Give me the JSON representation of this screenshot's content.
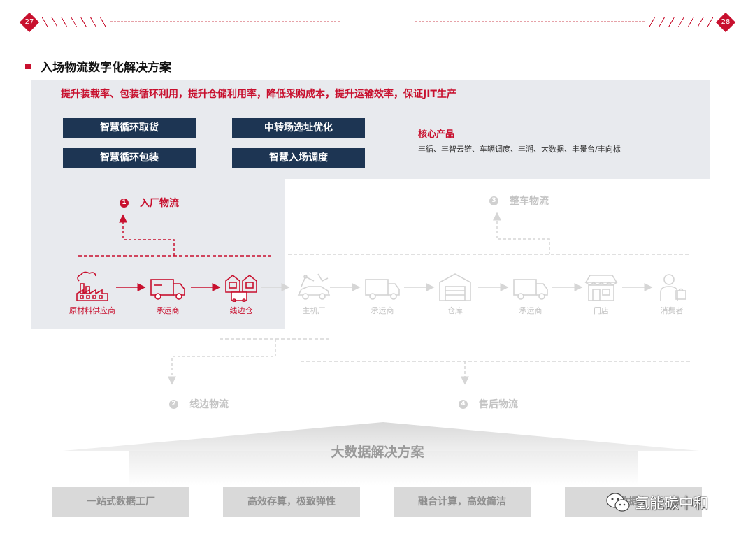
{
  "header": {
    "page_left": "27",
    "page_right": "28"
  },
  "section_title": "入场物流数字化解决方案",
  "top_panel": {
    "goal": "提升装载率、包装循环利用，提升仓储利用率，降低采购成本，提升运输效率，保证JIT生产",
    "boxes": [
      "智慧循环取货",
      "中转场选址优化",
      "智慧循环包装",
      "智慧入场调度"
    ],
    "core_title": "核心产品",
    "core_items": "丰循、丰智云链、车辆调度、丰溯、大数据、丰景台/丰向标"
  },
  "stages": [
    {
      "num": "1",
      "label": "入厂物流"
    },
    {
      "num": "2",
      "label": "线边物流"
    },
    {
      "num": "3",
      "label": "整车物流"
    },
    {
      "num": "4",
      "label": "售后物流"
    }
  ],
  "nodes": [
    {
      "label": "原材料供应商",
      "icon": "factory-icon"
    },
    {
      "label": "承运商",
      "icon": "truck-icon"
    },
    {
      "label": "线边仓",
      "icon": "warehouse-icon"
    },
    {
      "label": "主机厂",
      "icon": "robot-arm-car-icon"
    },
    {
      "label": "承运商",
      "icon": "truck-icon"
    },
    {
      "label": "仓库",
      "icon": "warehouse-icon"
    },
    {
      "label": "承运商",
      "icon": "truck-icon"
    },
    {
      "label": "门店",
      "icon": "store-icon"
    },
    {
      "label": "消费者",
      "icon": "consumer-icon"
    }
  ],
  "bigdata": {
    "title": "大数据解决方案",
    "boxes": [
      "一站式数据工厂",
      "高效存算，极致弹性",
      "融合计算，高效简洁",
      "数据安"
    ]
  },
  "watermark": "氢能碳中和",
  "colors": {
    "accent": "#c8102e",
    "navy": "#1d3553",
    "panel": "#e8eaee",
    "inactive": "#c3c3c3"
  }
}
